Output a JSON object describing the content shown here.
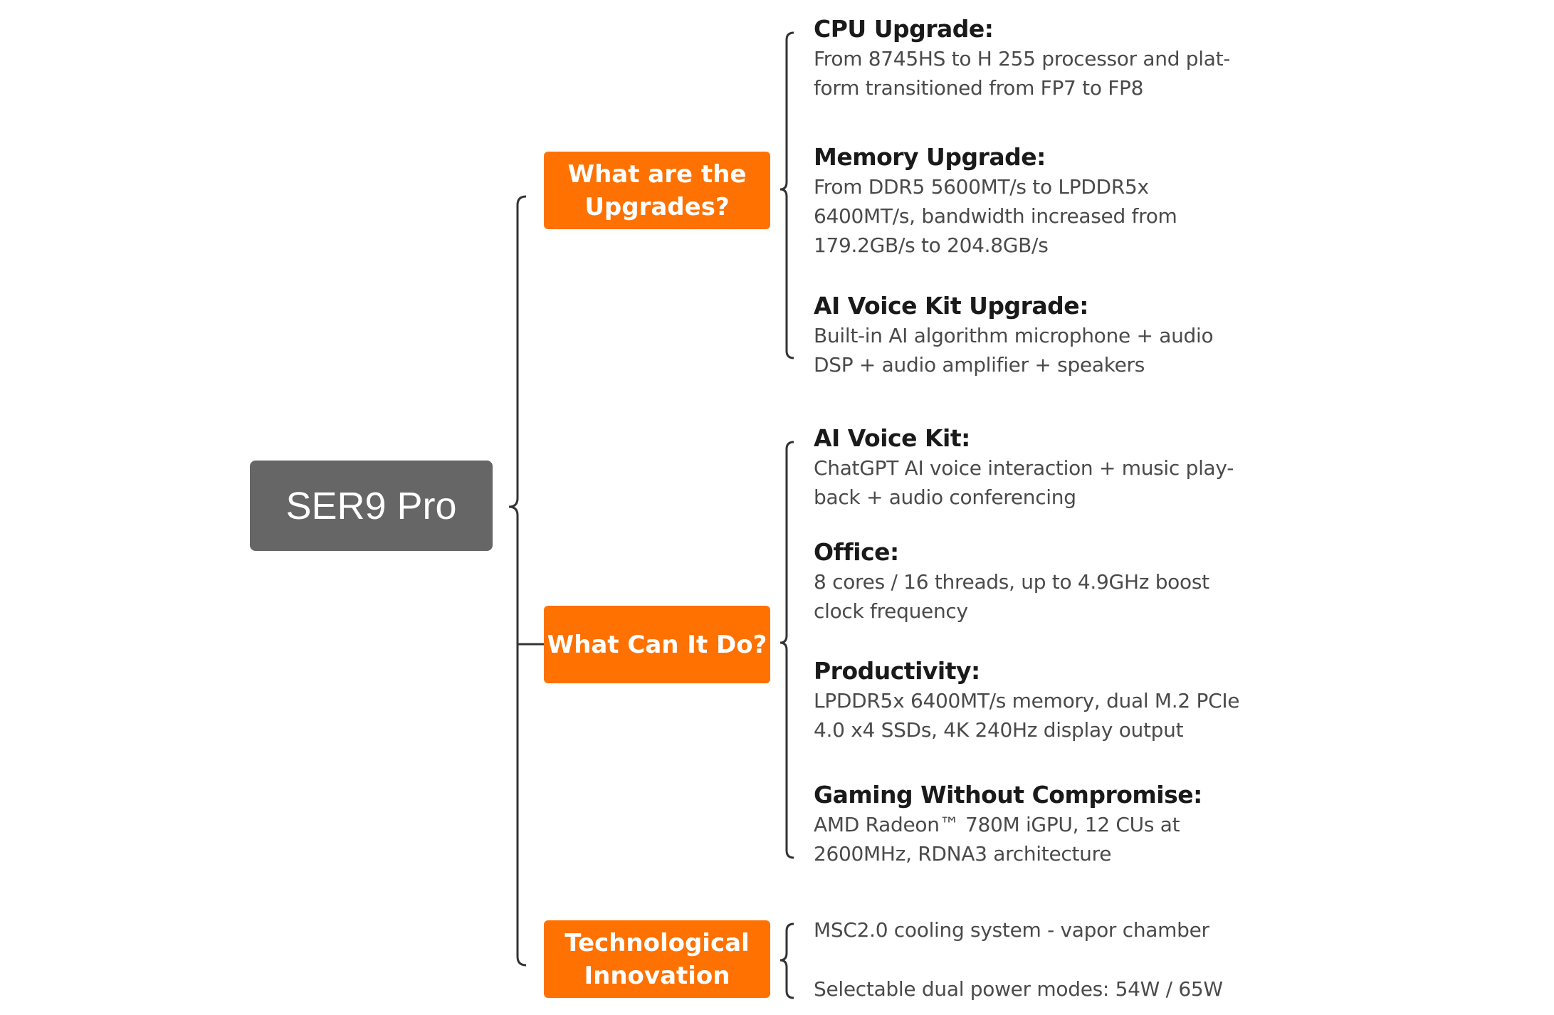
{
  "root": {
    "label": "SER9 Pro",
    "color": "#666666"
  },
  "accent_color": "#FF7100",
  "branches": [
    {
      "label_lines": [
        "What are the",
        "Upgrades?"
      ],
      "items": [
        {
          "title": "CPU Upgrade:",
          "lines": [
            "From 8745HS to H 255 processor and plat-",
            "form transitioned from FP7 to FP8"
          ]
        },
        {
          "title": "Memory Upgrade:",
          "lines": [
            "From DDR5 5600MT/s to LPDDR5x",
            "6400MT/s, bandwidth increased from",
            "179.2GB/s to 204.8GB/s"
          ]
        },
        {
          "title": "AI Voice Kit Upgrade:",
          "lines": [
            "Built-in AI algorithm microphone + audio",
            "DSP + audio amplifier + speakers"
          ]
        }
      ]
    },
    {
      "label_lines": [
        "What Can It Do?"
      ],
      "items": [
        {
          "title": "AI Voice Kit:",
          "lines": [
            "ChatGPT AI voice interaction + music play-",
            "back + audio conferencing"
          ]
        },
        {
          "title": "Office:",
          "lines": [
            "8 cores / 16 threads, up to 4.9GHz boost",
            "clock frequency"
          ]
        },
        {
          "title": "Productivity:",
          "lines": [
            "LPDDR5x 6400MT/s memory, dual M.2 PCIe",
            "4.0 x4 SSDs, 4K 240Hz display output"
          ]
        },
        {
          "title": "Gaming Without Compromise:",
          "lines": [
            "AMD Radeon™ 780M iGPU, 12 CUs at",
            "2600MHz, RDNA3 architecture"
          ]
        }
      ]
    },
    {
      "label_lines": [
        "Technological",
        "Innovation"
      ],
      "items": [
        {
          "lines": [
            "MSC2.0 cooling system - vapor chamber"
          ]
        },
        {
          "lines": [
            "Selectable dual power modes: 54W / 65W"
          ]
        }
      ]
    }
  ]
}
